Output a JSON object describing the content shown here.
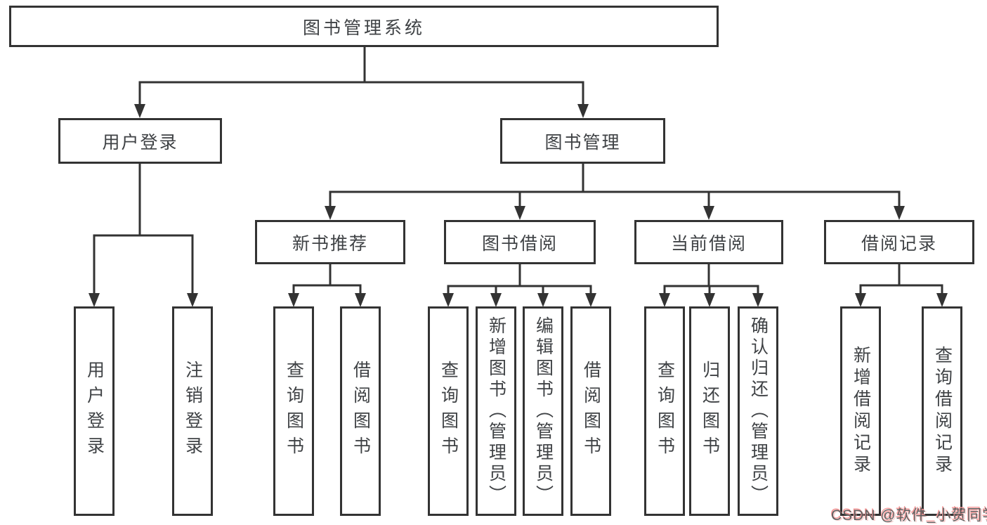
{
  "colors": {
    "line": "#333333",
    "text": "#3f4245",
    "wm_gray": "#5f5f5f",
    "wm_pink": "#f59a9a"
  },
  "tree": {
    "label": "图书管理系统",
    "children": [
      {
        "label": "用户登录",
        "children": [
          {
            "label": "用户登录"
          },
          {
            "label": "注销登录"
          }
        ]
      },
      {
        "label": "图书管理",
        "children": [
          {
            "label": "新书推荐",
            "children": [
              {
                "label": "查询图书"
              },
              {
                "label": "借阅图书"
              }
            ]
          },
          {
            "label": "图书借阅",
            "children": [
              {
                "label": "查询图书"
              },
              {
                "label": "新增图书（管理员）"
              },
              {
                "label": "编辑图书（管理员）"
              },
              {
                "label": "借阅图书"
              }
            ]
          },
          {
            "label": "当前借阅",
            "children": [
              {
                "label": "查询图书"
              },
              {
                "label": "归还图书"
              },
              {
                "label": "确认归还（管理员）"
              }
            ]
          },
          {
            "label": "借阅记录",
            "children": [
              {
                "label": "新增借阅记录"
              },
              {
                "label": "查询借阅记录"
              }
            ]
          }
        ]
      }
    ]
  },
  "watermark": {
    "text": "CSDN @软件_小贺同学"
  }
}
